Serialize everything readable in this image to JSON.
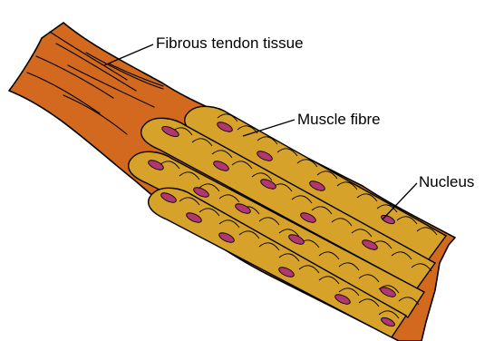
{
  "labels": {
    "tendon": "Fibrous tendon tissue",
    "fibre": "Muscle fibre",
    "nucleus": "Nucleus"
  },
  "colors": {
    "tendon": "#d2691e",
    "fibre": "#d7a22a",
    "nucleus": "#b0376f",
    "outline": "#000000"
  },
  "icons": {
    "muscle": "muscle-diagram-icon"
  }
}
